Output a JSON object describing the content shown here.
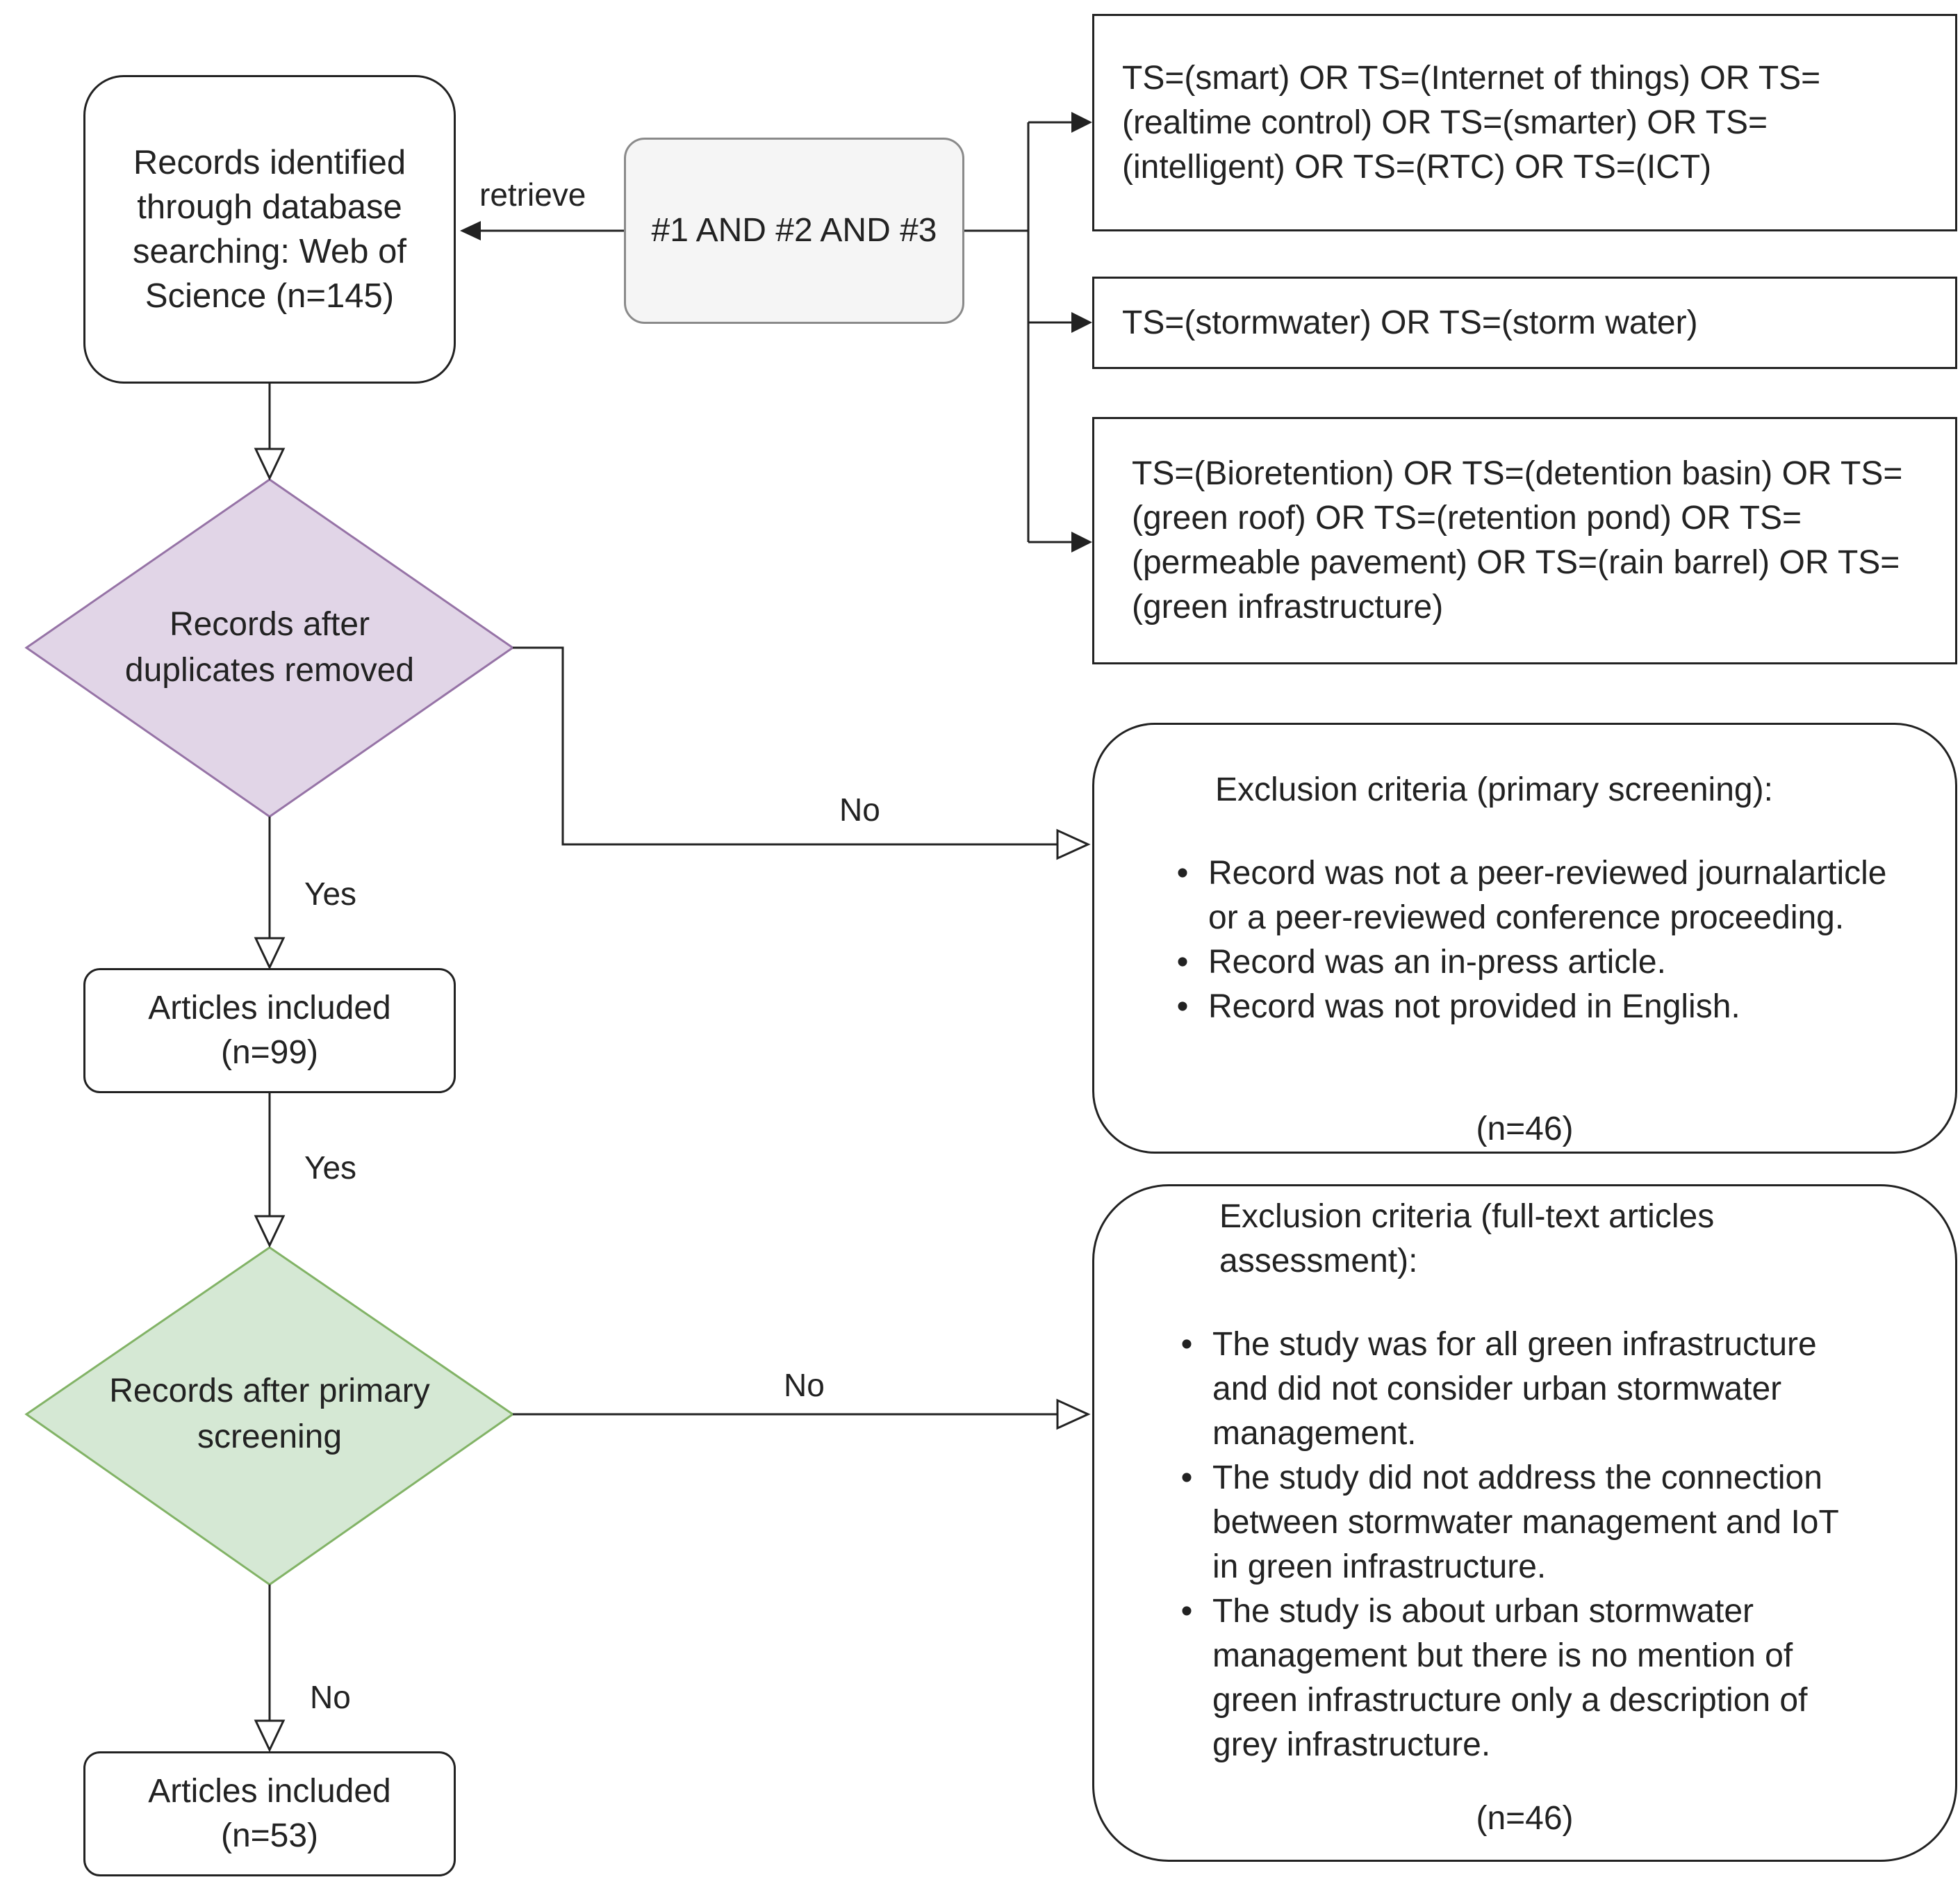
{
  "nodes": {
    "identified": "Records identified through database searching: Web of Science (n=145)",
    "filter": "#1 AND #2 AND #3",
    "query1": "TS=(smart) OR TS=(Internet of things) OR TS=(realtime control) OR TS=(smarter) OR TS=(intelligent) OR TS=(RTC) OR TS=(ICT)",
    "query2": "TS=(stormwater) OR TS=(storm water)",
    "query3": "TS=(Bioretention) OR TS=(detention basin) OR TS=(green roof) OR TS=(retention pond) OR TS=(permeable pavement) OR TS=(rain barrel) OR TS=(green infrastructure)",
    "dedup": "Records after duplicates removed",
    "included_1": "Articles included (n=99)",
    "primary_screen": "Records after primary screening",
    "included_2": "Articles included (n=53)"
  },
  "edge_labels": {
    "retrieve": "retrieve",
    "dedup_yes": "Yes",
    "dedup_no": "No",
    "included_yes": "Yes",
    "screen_no_right": "No",
    "screen_no_down": "No"
  },
  "exclusion_primary": {
    "title": "Exclusion criteria (primary screening):",
    "items": [
      "Record was not a peer-reviewed journalarticle or a peer-reviewed conference proceeding.",
      "Record was an in-press article.",
      "Record was not provided in English."
    ],
    "count": "(n=46)"
  },
  "exclusion_fulltext": {
    "title": "Exclusion criteria (full-text articles assessment):",
    "items": [
      "The study was for all green infrastructure and did not consider urban stormwater management.",
      "The study did not address the connection between stormwater management and IoT in green infrastructure.",
      "The study is about urban stormwater management but there is no mention of green infrastructure only a description of grey infrastructure."
    ],
    "count": "(n=46)"
  },
  "colors": {
    "line": "#222222",
    "filter_fill": "#f5f5f5",
    "filter_stroke": "#8a8a8a",
    "dedup_fill": "#e1d5e7",
    "dedup_stroke": "#9673a6",
    "screen_fill": "#d5e8d4",
    "screen_stroke": "#82b366"
  },
  "bullet_glyph": "•"
}
